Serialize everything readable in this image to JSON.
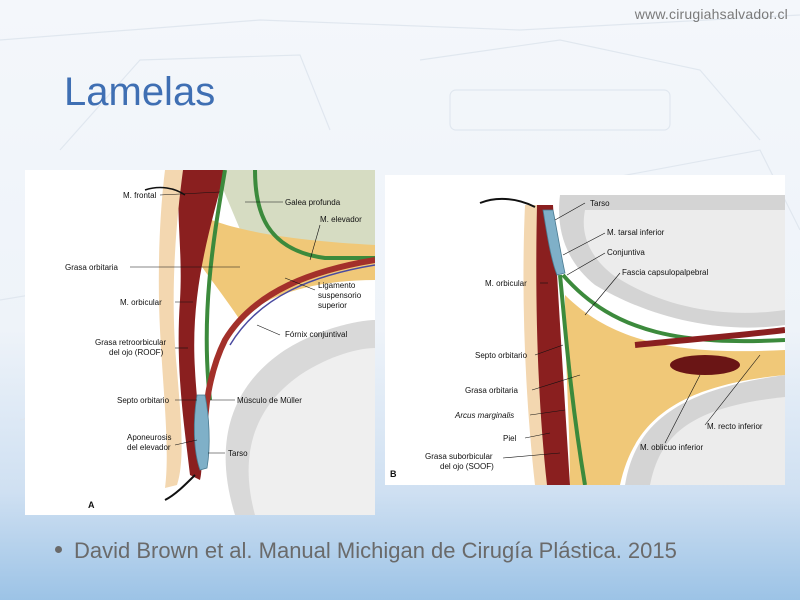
{
  "site": "www.cirugiahsalvador.cl",
  "title": "Lamelas",
  "citation": "David Brown et al. Manual Michigan de Cirugía Plástica. 2015",
  "figure_a": {
    "panel_label": "A",
    "labels": {
      "m_frontal": "M. frontal",
      "galea": "Galea profunda",
      "m_elevador": "M. elevador",
      "grasa_orbitaria": "Grasa orbitaria",
      "m_orbicular": "M. orbicular",
      "ligamento_1": "Ligamento",
      "ligamento_2": "suspensorio",
      "ligamento_3": "superior",
      "fornix": "Fórnix conjuntival",
      "roof_1": "Grasa retroorbicular",
      "roof_2": "del ojo (ROOF)",
      "septo": "Septo orbitario",
      "muller": "Músculo de Müller",
      "apon_1": "Aponeurosis",
      "apon_2": "del elevador",
      "tarso": "Tarso"
    }
  },
  "figure_b": {
    "panel_label": "B",
    "labels": {
      "tarso": "Tarso",
      "m_tarsal": "M. tarsal inferior",
      "conjuntiva": "Conjuntiva",
      "fascia": "Fascia capsulopalpebral",
      "m_orbicular": "M. orbicular",
      "septo": "Septo orbitario",
      "grasa_orbitaria": "Grasa orbitaria",
      "arcus": "Arcus marginalis",
      "piel": "Piel",
      "soof_1": "Grasa suborbicular",
      "soof_2": "del ojo (SOOF)",
      "recto": "M. recto inferior",
      "oblicuo": "M. oblicuo inferior"
    }
  }
}
